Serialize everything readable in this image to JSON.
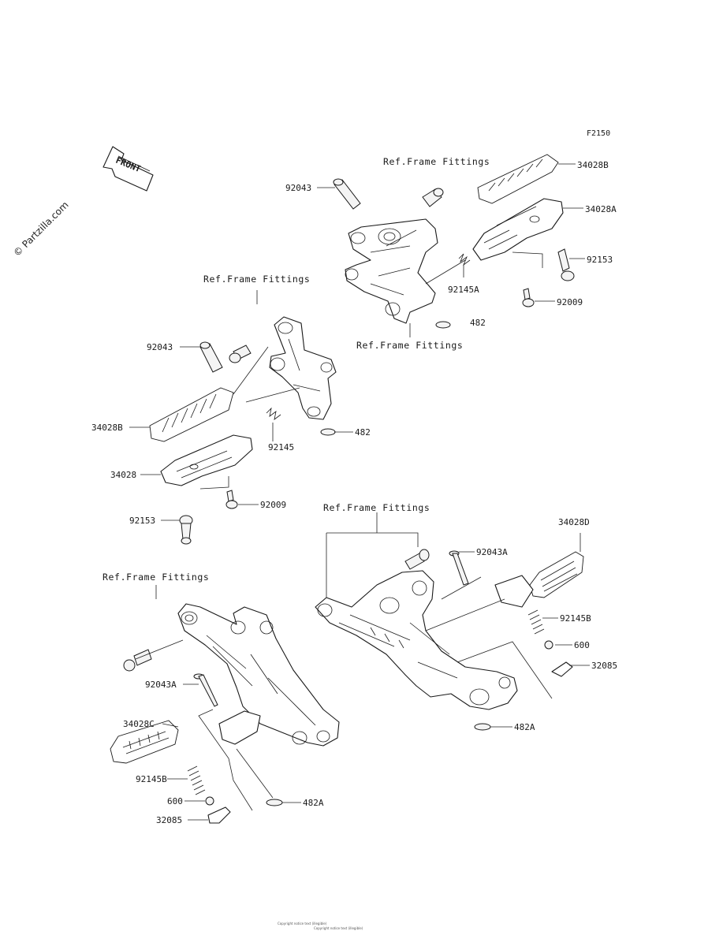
{
  "figure_code": "F2150",
  "watermark": "© Partzilla.com",
  "front_label": "FRONT",
  "ref_labels": [
    "Ref.Frame Fittings",
    "Ref.Frame Fittings",
    "Ref.Frame Fittings",
    "Ref.Frame Fittings",
    "Ref.Frame Fittings"
  ],
  "part_labels": [
    "92043",
    "34028B",
    "34028A",
    "92153",
    "92145A",
    "92009",
    "482",
    "92043",
    "34028B",
    "92145",
    "482",
    "34028",
    "92009",
    "92153",
    "92043A",
    "34028D",
    "92145B",
    "600",
    "32085",
    "482A",
    "92043A",
    "34028C",
    "92145B",
    "600",
    "32085",
    "482A"
  ],
  "footer_lines": [
    "Copyright notice text (illegible)",
    "Copyright notice text (illegible)"
  ]
}
